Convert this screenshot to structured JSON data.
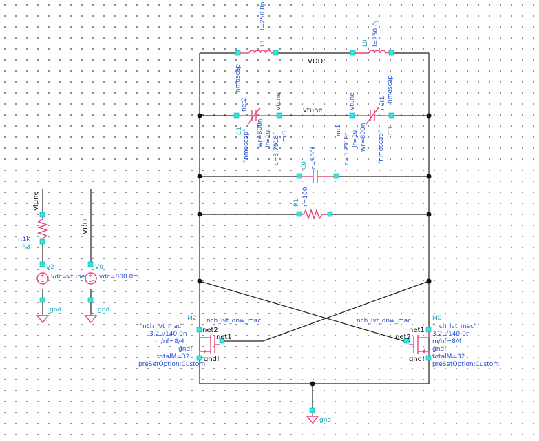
{
  "nets": {
    "vdd_top": "VDD",
    "vtune_mid": "vtune",
    "vtune_src": "vtune",
    "vdd_src": "VDD",
    "gnd": "gnd",
    "net1": "net1",
    "net2": "net2",
    "gnd_bang": "gnd!"
  },
  "inductors": [
    {
      "name": "L1",
      "param": "l=250.0p"
    },
    {
      "name": "L0",
      "param": "l=250.0p"
    }
  ],
  "varactors": [
    {
      "name": "C1",
      "model": "nmoscap",
      "cell": "\"nmoscap\"",
      "params": [
        "wr=800n",
        "lr=1u",
        "c=3.7918f",
        "m:1"
      ],
      "pins": [
        "net2",
        "vtune"
      ]
    },
    {
      "name": "C3",
      "model": "nmoscap",
      "cell": "\"nmoscap\"",
      "params": [
        "m:1",
        "c=3.7918f",
        "lr=1u",
        "wr=800n"
      ],
      "pins": [
        "vtune",
        "net1"
      ]
    }
  ],
  "capacitor": {
    "name": "C0",
    "param": "c=500f"
  },
  "resistor": {
    "name": "R1",
    "param": "r=100"
  },
  "r3": {
    "name": "R3",
    "param": "r:1K"
  },
  "sources": [
    {
      "name": "V2",
      "param": "vdc=vtune"
    },
    {
      "name": "V0",
      "param": "vdc=800.0m"
    }
  ],
  "transistors": [
    {
      "name": "M2",
      "cell": "\"nch_lvt_mac\"",
      "size": "3.2u/140.0n",
      "mnf": "m/nf=8/4",
      "bulk": "gnd!",
      "total": "totalM=32",
      "preset": "preSetOption:Custom",
      "label": "nch_lvt_dnw_mac",
      "d": "net2",
      "g": "net1",
      "s": "gnd!"
    },
    {
      "name": "M0",
      "cell": "\"nch_lvt_mac\"",
      "size": "3.2u/140.0n",
      "mnf": "m/nf=8/4",
      "bulk": "gnd!",
      "total": "totalM=32",
      "preset": "preSetOption:Custom",
      "label": "nch_lvt_dnw_mac",
      "d": "net1",
      "g": "net2",
      "s": "gnd!"
    }
  ],
  "colors": {
    "wire": "#222222",
    "device": "#e0437a",
    "pin": "#2ee6e6",
    "param_text": "#1f4fd6",
    "instance_text": "#1aa6b6",
    "background": "#ffffff",
    "grid_dot": "#707070"
  }
}
